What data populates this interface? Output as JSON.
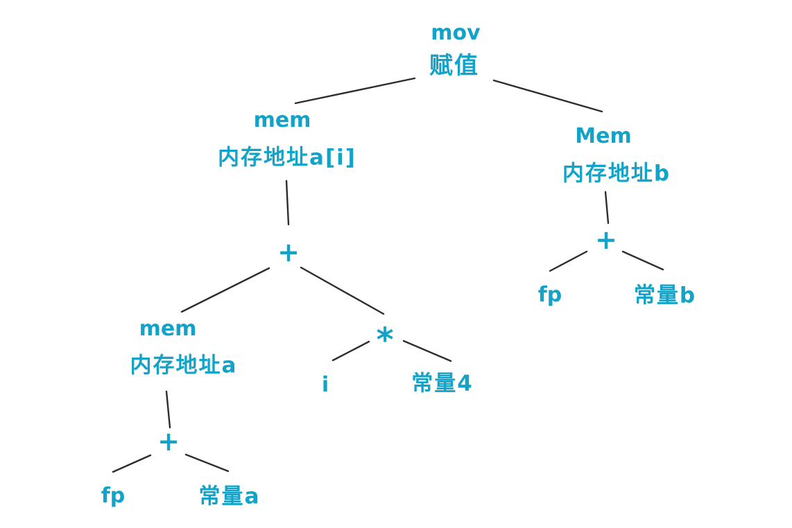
{
  "colors": {
    "text": "#14a3c8",
    "edge": "#2d2d2d",
    "background": "#ffffff"
  },
  "diagram_type": "tree",
  "tree": {
    "line1": "mov",
    "line2": "赋值",
    "children": [
      {
        "line1": "mem",
        "line2": "内存地址a[i]",
        "children": [
          {
            "line1": "+",
            "children": [
              {
                "line1": "mem",
                "line2": "内存地址a",
                "children": [
                  {
                    "line1": "+",
                    "children": [
                      {
                        "line1": "fp"
                      },
                      {
                        "line1": "常量a"
                      }
                    ]
                  }
                ]
              },
              {
                "line1": "*",
                "children": [
                  {
                    "line1": "i"
                  },
                  {
                    "line1": "常量4"
                  }
                ]
              }
            ]
          }
        ]
      },
      {
        "line1": "Mem",
        "line2": "内存地址b",
        "children": [
          {
            "line1": "+",
            "children": [
              {
                "line1": "fp"
              },
              {
                "line1": "常量b"
              }
            ]
          }
        ]
      }
    ]
  }
}
